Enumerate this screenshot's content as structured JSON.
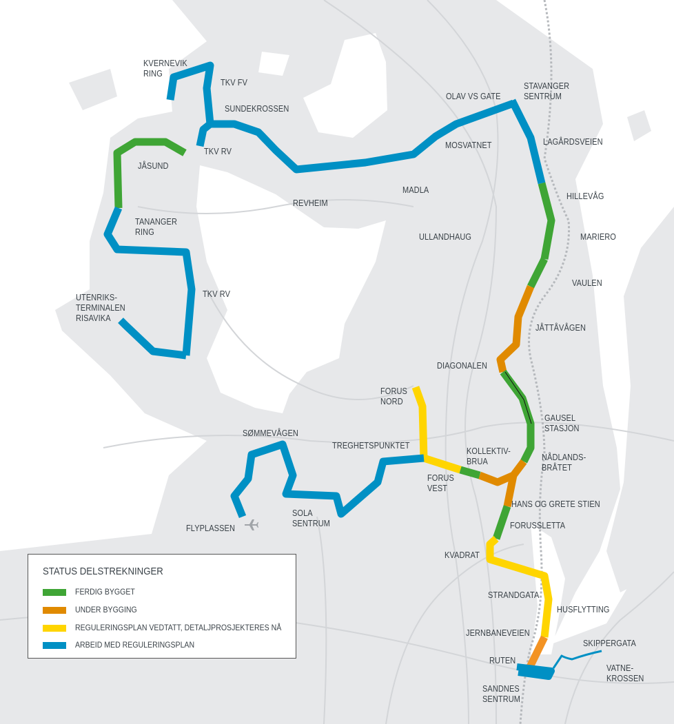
{
  "colors": {
    "ferdig": "#3fa535",
    "under": "#e08a00",
    "regulering_vedtatt": "#ffd500",
    "arbeid": "#0090c4",
    "land": "#e7e8ea",
    "road": "#d3d5d8"
  },
  "labels": {
    "kvernevik": "KVERNEVIK\nRING",
    "tkv_fv": "TKV FV",
    "sundekrossen": "SUNDEKROSSEN",
    "tkv_rv_n": "TKV RV",
    "jasund": "JÅSUND",
    "tananger": "TANANGER\nRING",
    "tkv_rv_s": "TKV RV",
    "utenriks": "UTENRIKS-\nTERMINALEN\nRISAVIKA",
    "revheim": "REVHEIM",
    "madla": "MADLA",
    "mosvatnet": "MOSVATNET",
    "olav": "OLAV VS GATE",
    "stavanger": "STAVANGER\nSENTRUM",
    "lagards": "LAGÅRDSVEIEN",
    "hillevag": "HILLEVÅG",
    "ullandhaug": "ULLANDHAUG",
    "mariero": "MARIERO",
    "vaulen": "VAULEN",
    "jattavagen": "JÅTTÅVÅGEN",
    "diagonalen": "DIAGONALEN",
    "forus_nord": "FORUS\nNORD",
    "gausel": "GAUSEL\nSTASJON",
    "sommevagen": "SØMMEVÅGEN",
    "treghet": "TREGHETSPUNKTET",
    "kollektiv": "KOLLEKTIV-\nBRUA",
    "nadlands": "NÅDLANDS-\nBRÅTET",
    "forus_vest": "FORUS\nVEST",
    "hans": "HANS OG GRETE STIEN",
    "flyplassen": "FLYPLASSEN",
    "sola": "SOLA\nSENTRUM",
    "forussletta": "FORUSSLETTA",
    "kvadrat": "KVADRAT",
    "strandgata": "STRANDGATA",
    "husflytting": "HUSFLYTTING",
    "jernbane": "JERNBANEVEIEN",
    "skippergata": "SKIPPERGATA",
    "ruten": "RUTEN",
    "vatnekrossen": "VATNE-\nKROSSEN",
    "sandnes": "SANDNES\nSENTRUM"
  },
  "legend": {
    "title": "STATUS DELSTREKNINGER",
    "items": [
      {
        "label": "FERDIG BYGGET",
        "status": "ferdig"
      },
      {
        "label": "UNDER BYGGING",
        "status": "under"
      },
      {
        "label": "REGULERINGSPLAN VEDTATT, DETALJPROSJEKTERES NÅ",
        "status": "regulering_vedtatt"
      },
      {
        "label": "ARBEID MED REGULERINGSPLAN",
        "status": "arbeid"
      }
    ]
  },
  "icons": {
    "airport": "airplane-icon"
  }
}
